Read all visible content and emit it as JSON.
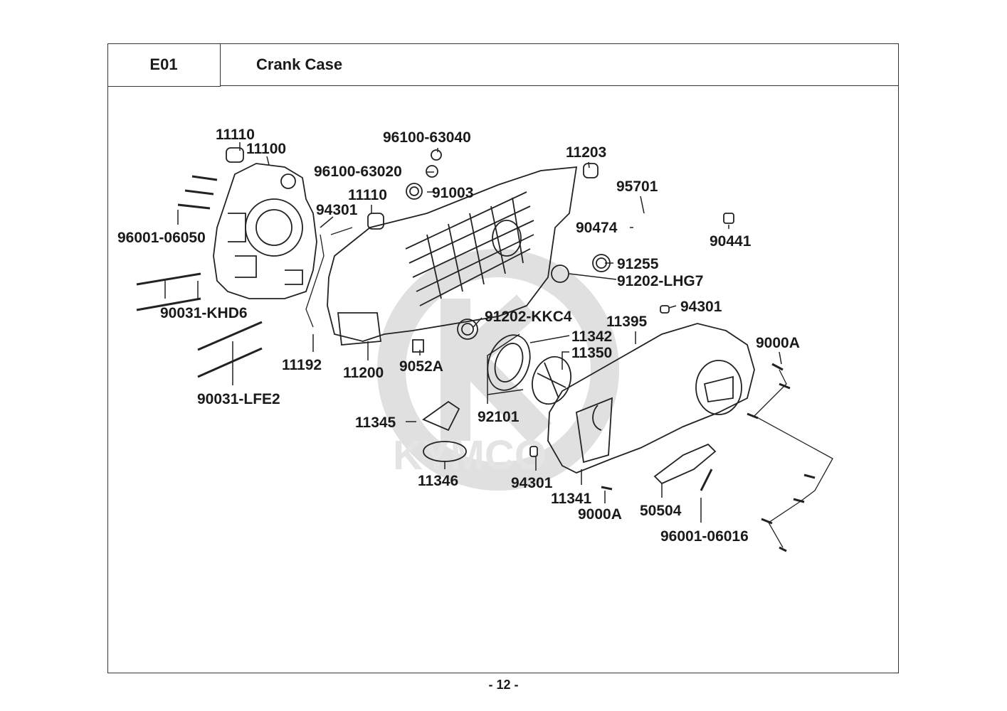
{
  "section": {
    "code": "E01",
    "title": "Crank Case"
  },
  "watermark": "KYMCO",
  "page_number": "- 12 -",
  "callouts": [
    "11110",
    "11100",
    "96100-63040",
    "96100-63020",
    "91003",
    "11110",
    "94301",
    "11203",
    "95701",
    "90474",
    "90441",
    "96001-06050",
    "91255",
    "91202-LHG7",
    "90031-KHD6",
    "94301",
    "91202-KKC4",
    "11395",
    "11342",
    "11350",
    "9000A",
    "11192",
    "11200",
    "9052A",
    "90031-LFE2",
    "92101",
    "11345",
    "11346",
    "94301",
    "11341",
    "9000A",
    "50504",
    "96001-06016"
  ]
}
